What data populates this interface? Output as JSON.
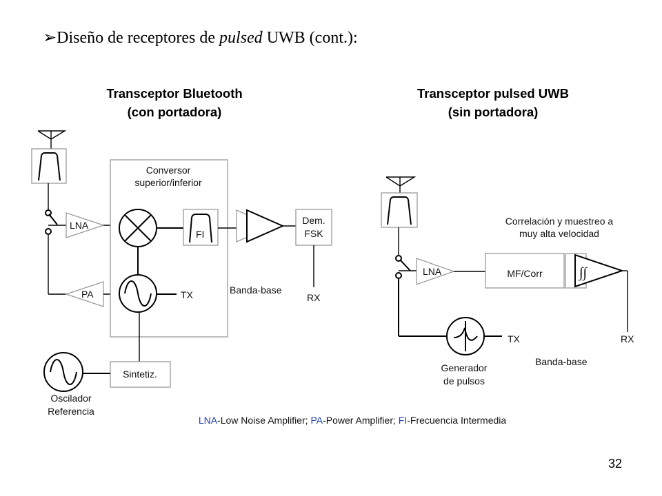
{
  "slide": {
    "bullet": "➢",
    "heading_prefix": "Diseño de receptores de ",
    "heading_italic": "pulsed",
    "heading_suffix": " UWB (cont.):",
    "page_number": "32"
  },
  "bluetooth": {
    "title_line1": "Transceptor Bluetooth",
    "title_line2": "(con portadora)",
    "converter_line1": "Conversor",
    "converter_line2": "superior/inferior",
    "lna": "LNA",
    "pa": "PA",
    "fi": "FI",
    "tx": "TX",
    "dem_line1": "Dem.",
    "dem_line2": "FSK",
    "rx": "RX",
    "baseband": "Banda-base",
    "synth": "Sintetiz.",
    "osc_line1": "Oscilador",
    "osc_line2": "Referencia"
  },
  "uwb": {
    "title_line1": "Transceptor pulsed UWB",
    "title_line2": "(sin portadora)",
    "corr_line1": "Correlación y muestreo a",
    "corr_line2": "muy alta velocidad",
    "lna": "LNA",
    "mf": "MF/Corr",
    "integrator_symbol": "∫∫",
    "tx": "TX",
    "rx": "RX",
    "baseband": "Banda-base",
    "gen_line1": "Generador",
    "gen_line2": "de pulsos"
  },
  "legend": {
    "k1": "LNA",
    "t1": "-Low Noise Amplifier; ",
    "k2": "PA",
    "t2": "-Power Amplifier; ",
    "k3": "FI",
    "t3": "-Frecuencia Intermedia"
  },
  "colors": {
    "legend_key": "#1f3fae",
    "line": "#000000",
    "grey_box": "#999999"
  }
}
